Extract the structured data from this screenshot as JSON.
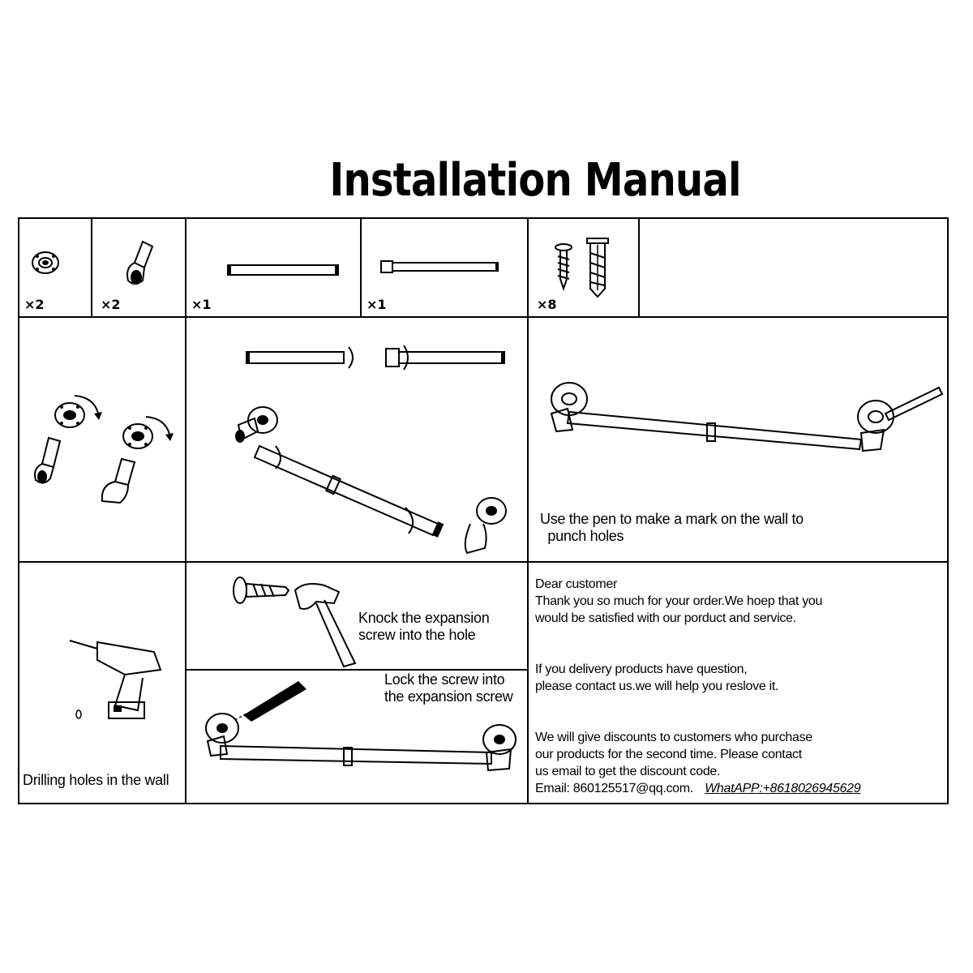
{
  "title": "Installation Manual",
  "parts": [
    {
      "name": "floor-flange",
      "qty": "×2"
    },
    {
      "name": "elbow",
      "qty": "×2"
    },
    {
      "name": "pipe-plain",
      "qty": "×1"
    },
    {
      "name": "pipe-coupling",
      "qty": "×1"
    },
    {
      "name": "screw-and-anchor",
      "qty": "×8"
    }
  ],
  "steps": {
    "mark": "Use the pen to make a mark on the wall to\n  punch holes",
    "drill": "Drilling holes in the wall",
    "knock": "Knock the expansion\nscrew into the hole",
    "lock": "Lock the screw into\nthe expansion screw"
  },
  "note": {
    "greeting": "Dear customer",
    "thanks_1": "Thank you so much for your order.We  hoep  that you",
    "thanks_2": "would be satisfied with our porduct and service.",
    "question_1": "If you delivery products have question,",
    "question_2": "please contact us.we will help you reslove it.",
    "discount_1": "We will give discounts to customers who purchase",
    "discount_2": "our products for the second time. Please contact",
    "discount_3": "us email to get the discount code.",
    "email": "Email: 860125517@qq.com.",
    "whatsapp": "WhatAPP:+8618026945629"
  }
}
